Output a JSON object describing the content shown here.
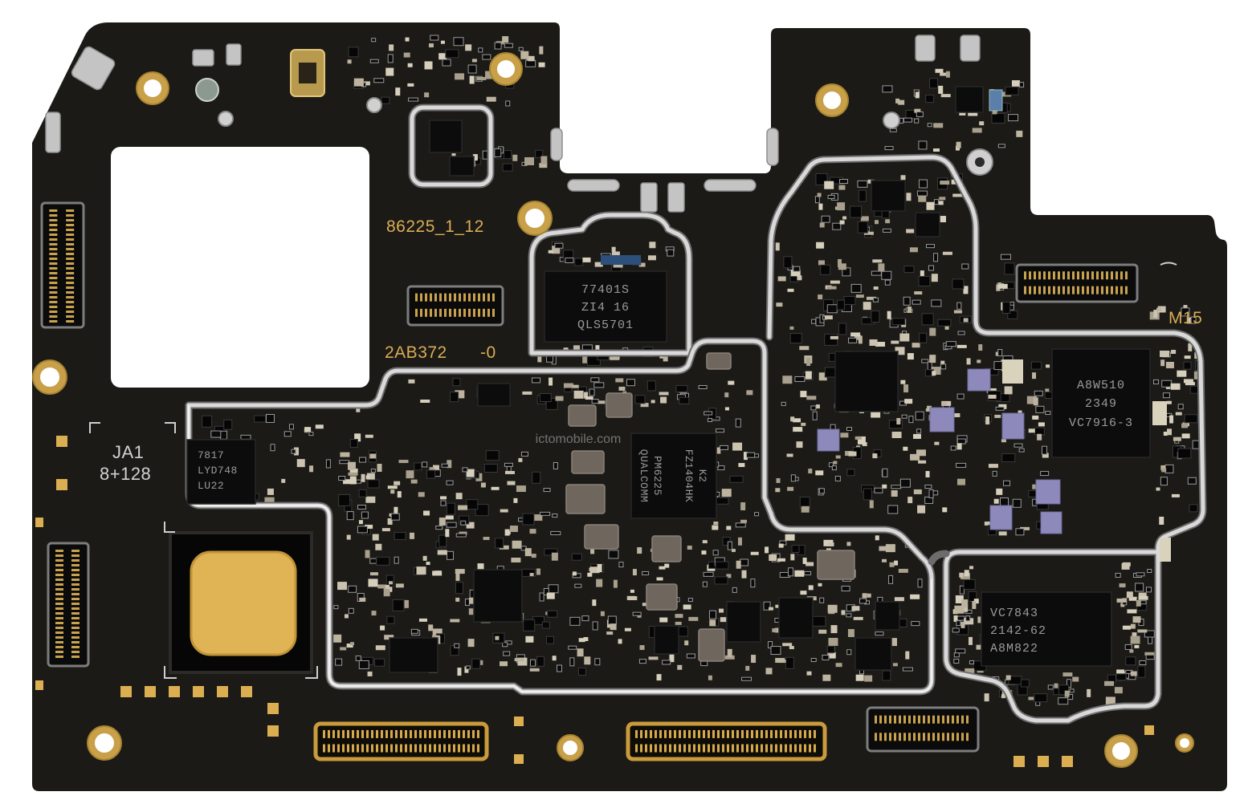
{
  "silkscreen": {
    "board_id": "86225_1_12",
    "part_no": "2AB372",
    "rev": "-0",
    "model": "JA1",
    "memory": "8+128",
    "label_m15": "M15"
  },
  "chips": {
    "top_mid": [
      "77401S",
      "ZI4 16",
      "QLS5701"
    ],
    "pmic": [
      "QUALCOMM",
      "PM6225",
      "FZ1404HK",
      "K2"
    ],
    "right_top": [
      "A8W510",
      "2349",
      "VC7916-3"
    ],
    "bottom_right": [
      "VC7843",
      "2142-62",
      "A8M822"
    ],
    "left": [
      "7817",
      "LYD748",
      "LU22"
    ]
  },
  "watermark": "ictomobile.com",
  "colors": {
    "board": "#1b1a17",
    "silkscreen_gold": "#d9ad55",
    "gold_pad": "#dcae52",
    "shield": "#d9d9d9",
    "background": "#ffffff"
  }
}
